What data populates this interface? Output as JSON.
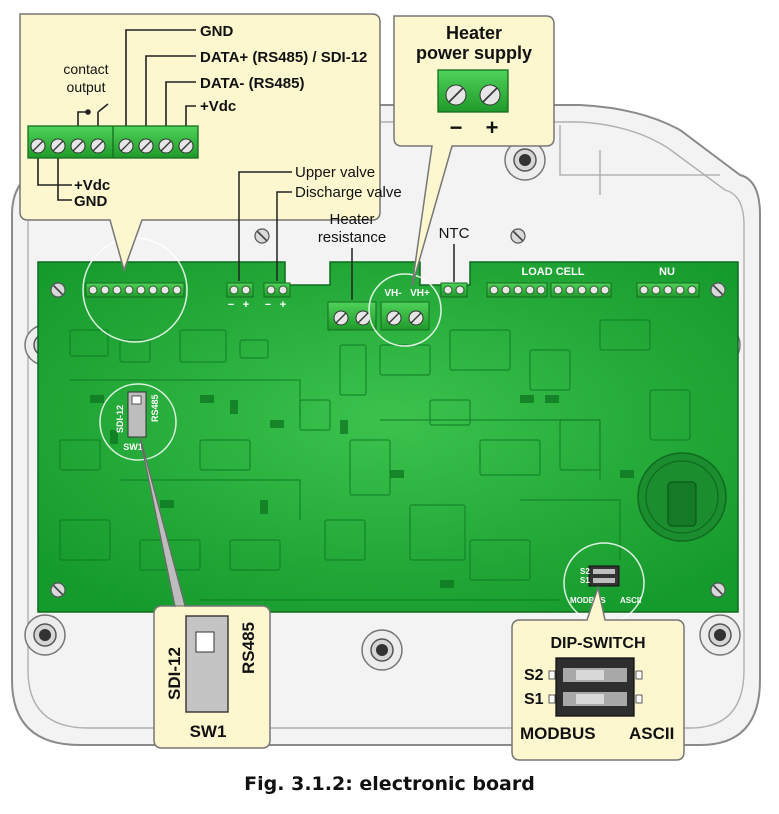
{
  "labels": {
    "gnd_top": "GND",
    "data_plus": "DATA+ (RS485) / SDI-12",
    "data_minus": "DATA- (RS485)",
    "vdc_top": "+Vdc",
    "contact": "contact",
    "output": "output",
    "vdc_bottom": "+Vdc",
    "gnd_bottom": "GND",
    "heater_ps_line1": "Heater",
    "heater_ps_line2": "power supply",
    "minus": "−",
    "plus": "+",
    "upper_valve": "Upper valve",
    "discharge_valve": "Discharge valve",
    "heater_res_line1": "Heater",
    "heater_res_line2": "resistance",
    "ntc": "NTC",
    "load_cell": "LOAD CELL",
    "nu": "NU",
    "vh_minus": "VH-",
    "vh_plus": "VH+",
    "pm_minus": "−",
    "pm_plus": "+",
    "sdi12_small": "SDI-12",
    "rs485_small": "RS485",
    "sw1_small": "SW1",
    "s2_small": "S2",
    "s1_small": "S1",
    "modbus_small": "MODBUS",
    "ascii_small": "ASCII",
    "sdi12_big": "SDI-12",
    "rs485_big": "RS485",
    "sw1_big": "SW1",
    "dip_switch": "DIP-SWITCH",
    "s2_big": "S2",
    "s1_big": "S1",
    "modbus_big": "MODBUS",
    "ascii_big": "ASCII"
  },
  "caption": "Fig. 3.1.2: electronic board",
  "colors": {
    "pcb": "#1fa33a",
    "terminal": "#2fbf3c",
    "callout": "#fdf7cf",
    "case": "#f2f2f2"
  }
}
